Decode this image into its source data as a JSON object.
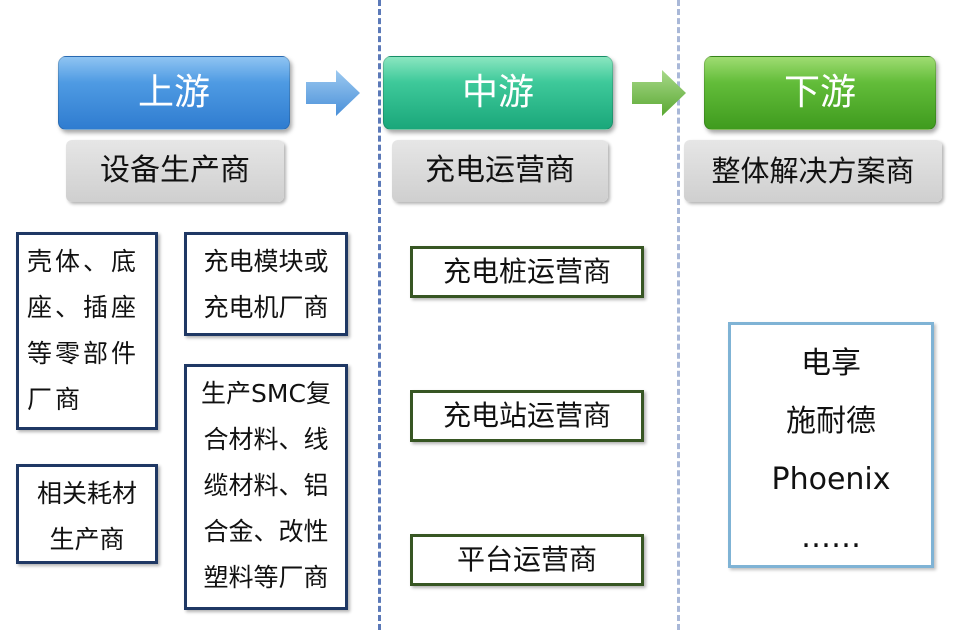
{
  "stages": {
    "upstream": {
      "title": "上游",
      "role": "设备生产商",
      "color": "#4f9be3"
    },
    "midstream": {
      "title": "中游",
      "role": "充电运营商",
      "color": "#3ec99a"
    },
    "downstream": {
      "title": "下游",
      "role": "整体解决方案商",
      "color": "#63bd3a"
    }
  },
  "upstream_categories": [
    {
      "lines": [
        "壳体、底",
        "座、插座",
        "等零部件",
        "厂商"
      ]
    },
    {
      "lines": [
        "相关耗材",
        "生产商"
      ]
    },
    {
      "lines": [
        "充电模块或",
        "充电机厂商"
      ]
    },
    {
      "lines": [
        "生产SMC复",
        "合材料、线",
        "缆材料、铝",
        "合金、改性",
        "塑料等厂商"
      ]
    }
  ],
  "midstream_operators": [
    "充电桩运营商",
    "充电站运营商",
    "平台运营商"
  ],
  "downstream_companies": [
    "电享",
    "施耐德",
    "Phoenix",
    "……"
  ]
}
